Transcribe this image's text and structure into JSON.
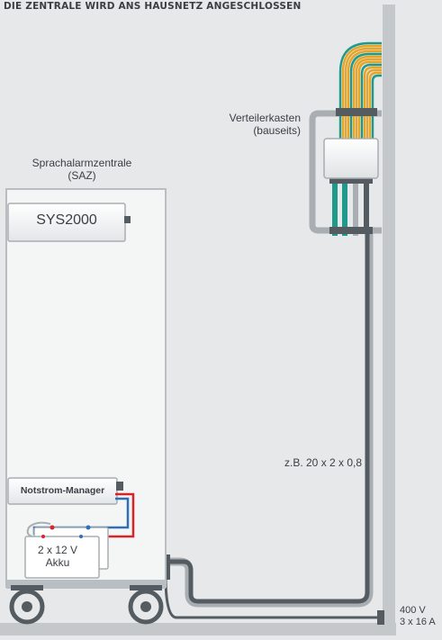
{
  "heading": "DIE ZENTRALE WIRD ANS HAUSNETZ ANGESCHLOSSEN",
  "saz": {
    "title_line1": "Sprachalarmzentrale",
    "title_line2": "(SAZ)",
    "module_label": "SYS2000",
    "power_manager_label": "Notstrom-Manager",
    "battery_line1": "2 x 12 V",
    "battery_line2": "Akku"
  },
  "distribution_box": {
    "label_line1": "Verteilerkasten",
    "label_line2": "(bauseits)"
  },
  "cable_label": "z.B. 20 x 2 x 0,8",
  "mains": {
    "line1": "400 V",
    "line2": "3 x 16 A"
  },
  "colors": {
    "background": "#e6e8e9",
    "wall": "#c4c8cb",
    "cabinet": "#f4f5f5",
    "cable_gray": "#a9aeb2",
    "cable_dark": "#545b61",
    "wire_teal": "#1e9a8c",
    "wire_orange": "#e5a52a",
    "wire_red": "#d8232a",
    "wire_blue": "#2f6fb7"
  }
}
